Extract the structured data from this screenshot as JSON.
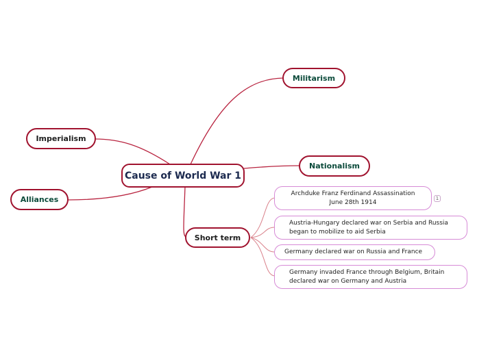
{
  "central": {
    "label": "Cause of World War 1"
  },
  "topics": {
    "militarism": "Militarism",
    "imperialism": "Imperialism",
    "nationalism": "Nationalism",
    "alliances": "Alliances",
    "short_term": "Short term"
  },
  "short_term_items": {
    "assassination_line1": "Archduke Franz Ferdinand Assassination",
    "assassination_line2": "June 28th 1914",
    "assassination_badge": "1",
    "austria_line1": "Austria-Hungary declared war on Serbia and Russia",
    "austria_line2": "began to mobilize to aid Serbia",
    "germany_russia": "Germany declared war on Russia and France",
    "germany_invaded_line1": "Germany invaded France through Belgium, Britain",
    "germany_invaded_line2": "declared war on Germany and Austria"
  },
  "colors": {
    "main_border": "#a0122e",
    "branch_line": "#b8233f",
    "sub_border": "#d68ad6",
    "sub_line": "#d9808a",
    "topic_green_text": "#0b4a3a",
    "central_text": "#1c2a4f"
  }
}
